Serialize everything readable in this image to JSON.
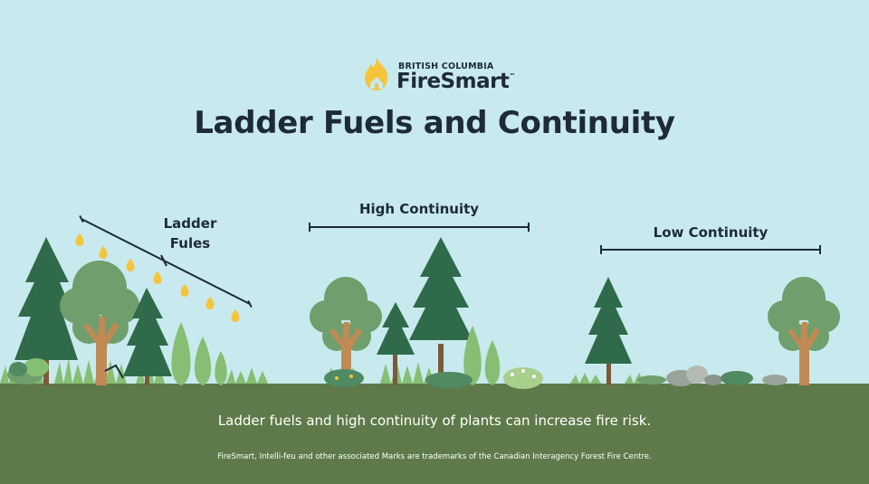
{
  "logo": {
    "top_text": "BRITISH COLUMBIA",
    "main_text": "FireSmart",
    "tm": "™"
  },
  "title": "Ladder Fuels and Continuity",
  "labels": {
    "ladder_line1": "Ladder",
    "ladder_line2": "Fules",
    "high_continuity": "High Continuity",
    "low_continuity": "Low Continuity"
  },
  "caption": "Ladder fuels and high continuity of plants can increase fire risk.",
  "footnote": "FireSmart, Intelli-feu and other associated Marks are trademarks of the Canadian Interagency Forest Fire Centre.",
  "colors": {
    "sky": "#c8eaee",
    "ground": "#5e7a4a",
    "text_dark": "#1e2a36",
    "flame": "#f4c53c",
    "tree_dark": "#2f6b4a",
    "tree_mid": "#6f9f6c",
    "tree_light": "#86bf74",
    "trunk": "#c08a55"
  },
  "icons": {
    "logo": "flame-house-icon",
    "flames": "flame-icon"
  }
}
